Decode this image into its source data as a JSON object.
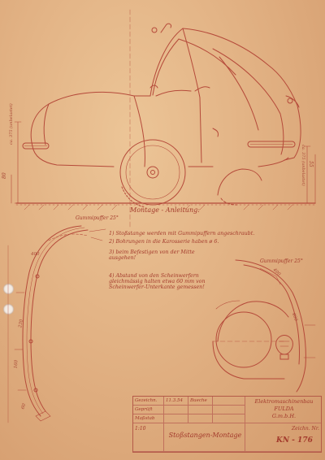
{
  "montage": {
    "heading": "Montage - Anleitung:",
    "notes": [
      "1) Stoßstange werden mit Gummipuffern angeschraubt.",
      "2) Bohrungen in die Karosserie haben ø 6.",
      "3) beim Befestigen von der Mitte ausgehen!",
      "4) Abstand von den Scheinwerfern gleichmässig halten etwa 60 mm von Scheinwerfer-Unterkante gemessen!"
    ]
  },
  "labels": {
    "bumper_left": "Gummipuffer 25°",
    "bumper_right": "Gummipuffer 25°"
  },
  "dimensions": {
    "left_vertical": "ca. 375 (unbelastet)",
    "right_vertical": "ca. 375 (unbelastet)",
    "left_small": "80",
    "right_small": "55",
    "bend_1": "400",
    "bend_2": "230",
    "bend_3": "160",
    "bend_4": "60",
    "right_1": "400",
    "right_2": "400"
  },
  "title_block": {
    "gezeichnet_label": "Gezeichn.",
    "gezeichnet_date": "11.3.54",
    "gezeichnet_name": "Bueche",
    "geprueft_label": "Geprüft",
    "massstab_label": "Maßstab",
    "scale": "1:10",
    "drawing_title": "Stoßstangen-Montage",
    "company_line1": "Elektromaschinenbau",
    "company_line2": "FULDA",
    "company_line3": "G.m.b.H.",
    "zeichn_label": "Zeichn. Nr.",
    "drawing_number": "KN - 176"
  },
  "colors": {
    "paper": "#e2b284",
    "ink": "#a33a2c"
  }
}
